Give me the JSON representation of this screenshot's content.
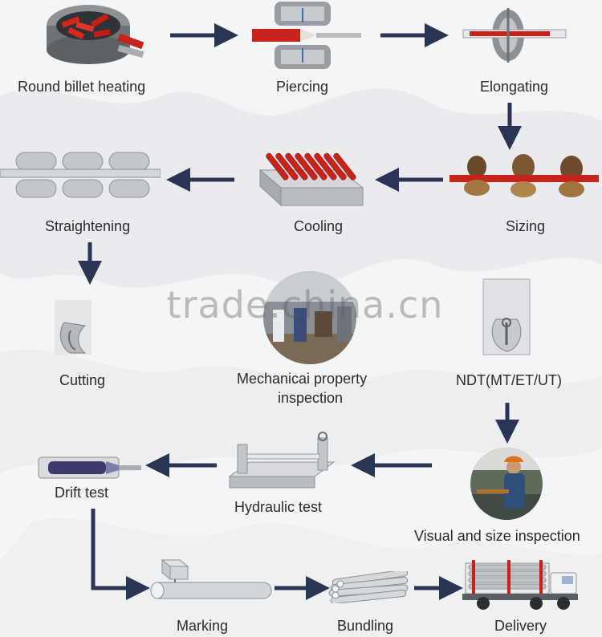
{
  "steps": {
    "round_billet_heating": "Round billet heating",
    "piercing": "Piercing",
    "elongating": "Elongating",
    "sizing": "Sizing",
    "cooling": "Cooling",
    "straightening": "Straightening",
    "cutting": "Cutting",
    "mechanical_property_line1": "Mechanicai property",
    "mechanical_property_line2": "inspection",
    "ndt": "NDT(MT/ET/UT)",
    "visual_size_inspection": "Visual and size inspection",
    "hydraulic_test": "Hydraulic test",
    "drift_test": "Drift test",
    "marking": "Marking",
    "bundling": "Bundling",
    "delivery": "Delivery"
  },
  "watermark": "trade.china.cn",
  "colors": {
    "arrow": "#2a3556",
    "hot_metal": "#c8231a",
    "steel_gray": "#b9bcc2",
    "label_text": "#2b2b2b"
  },
  "icons": {
    "heating": "furnace-icon",
    "piercing": "piercing-mill-icon",
    "elongating": "elongating-mill-icon",
    "sizing": "sizing-rolls-icon",
    "cooling": "cooling-bed-icon",
    "straightening": "straightener-rolls-icon",
    "cutting": "cutting-saw-icon",
    "mechanical": "lab-photo-icon",
    "ndt": "ndt-device-icon",
    "visual": "inspector-photo-icon",
    "hydraulic": "hydraulic-tester-icon",
    "drift": "drift-mandrel-icon",
    "marking": "marking-machine-icon",
    "bundling": "pipe-bundle-icon",
    "delivery": "truck-icon"
  }
}
